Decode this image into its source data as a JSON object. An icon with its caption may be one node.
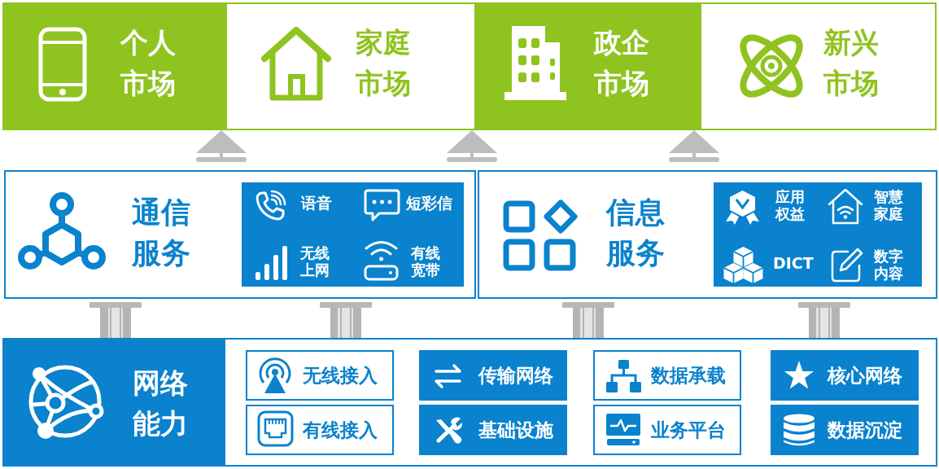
{
  "diagram": {
    "nodes": [
      {
        "text": [
          "个人市场"
        ]
      },
      {
        "text": [
          "家庭市场"
        ]
      },
      {
        "text": [
          "政企市场"
        ]
      },
      {
        "text": [
          "新兴市场"
        ]
      },
      {
        "text": [
          "通信服务"
        ]
      },
      {
        "text": [
          "语音",
          "短彩信",
          "无线上网",
          "有线宽带"
        ],
        "in": 4
      },
      {
        "text": [
          "信息服务"
        ]
      },
      {
        "text": [
          "应用权益",
          "智慧家庭",
          "DICT",
          "数字内容"
        ],
        "in": 6
      },
      {
        "text": [
          "网络能力"
        ]
      },
      {
        "text": [
          "无线接入"
        ],
        "in": 8
      },
      {
        "text": [
          "传输网络"
        ],
        "in": 8
      },
      {
        "text": [
          "数据承载"
        ],
        "in": 8
      },
      {
        "text": [
          "核心网络"
        ],
        "in": 8
      },
      {
        "text": [
          "有线接入"
        ],
        "in": 8
      },
      {
        "text": [
          "基础设施"
        ],
        "in": 8
      },
      {
        "text": [
          "业务平台"
        ],
        "in": 8
      },
      {
        "text": [
          "数据沉淀"
        ],
        "in": 8
      }
    ],
    "edges": [
      {
        "from": 4,
        "to": 0,
        "arrow": "to"
      },
      {
        "from": 4,
        "to": 1,
        "arrow": "to"
      },
      {
        "from": 6,
        "to": 2,
        "arrow": "to"
      },
      {
        "from": 8,
        "to": 4,
        "arrow": "other"
      },
      {
        "from": 8,
        "to": 4,
        "arrow": "other"
      },
      {
        "from": 8,
        "to": 6,
        "arrow": "other"
      },
      {
        "from": 8,
        "to": 6,
        "arrow": "other"
      }
    ]
  }
}
